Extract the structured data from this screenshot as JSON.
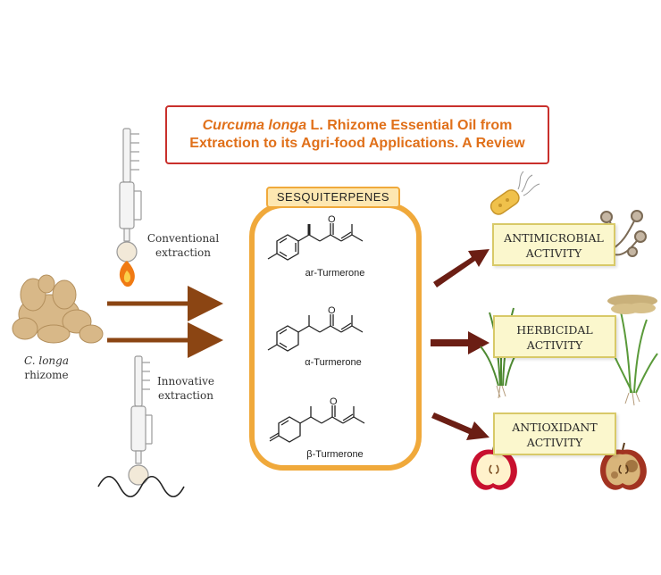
{
  "title": {
    "italic_part": "Curcuma longa",
    "line1_rest": " L. Rhizome Essential Oil from",
    "line2": "Extraction to its Agri-food Applications. A Review"
  },
  "conventional_label": {
    "line1": "Conventional",
    "line2": "extraction"
  },
  "innovative_label": {
    "line1": "Innovative",
    "line2": "extraction"
  },
  "rhizome_label": {
    "line1": "C. longa",
    "line2": "rhizome"
  },
  "sesquiterpenes_label": "SESQUITERPENES",
  "molecules": [
    "ar-Turmerone",
    "α-Turmerone",
    "β-Turmerone"
  ],
  "activities": [
    {
      "line1": "ANTIMICROBIAL",
      "line2": "ACTIVITY"
    },
    {
      "line1": "HERBICIDAL",
      "line2": "ACTIVITY"
    },
    {
      "line1": "ANTIOXIDANT",
      "line2": "ACTIVITY"
    }
  ],
  "colors": {
    "title_border": "#c9302c",
    "title_text": "#e0701a",
    "frame": "#f0a93b",
    "arrow_brown": "#8b4513",
    "arrow_dark": "#6b1e14",
    "activity_fill": "#fbf7cd"
  },
  "icons": [
    "soxhlet-apparatus",
    "flame",
    "microwave-wave",
    "ginger-rhizome",
    "bacteria",
    "fungus",
    "grass",
    "rice-plant",
    "apple-half",
    "rotten-apple-half"
  ]
}
